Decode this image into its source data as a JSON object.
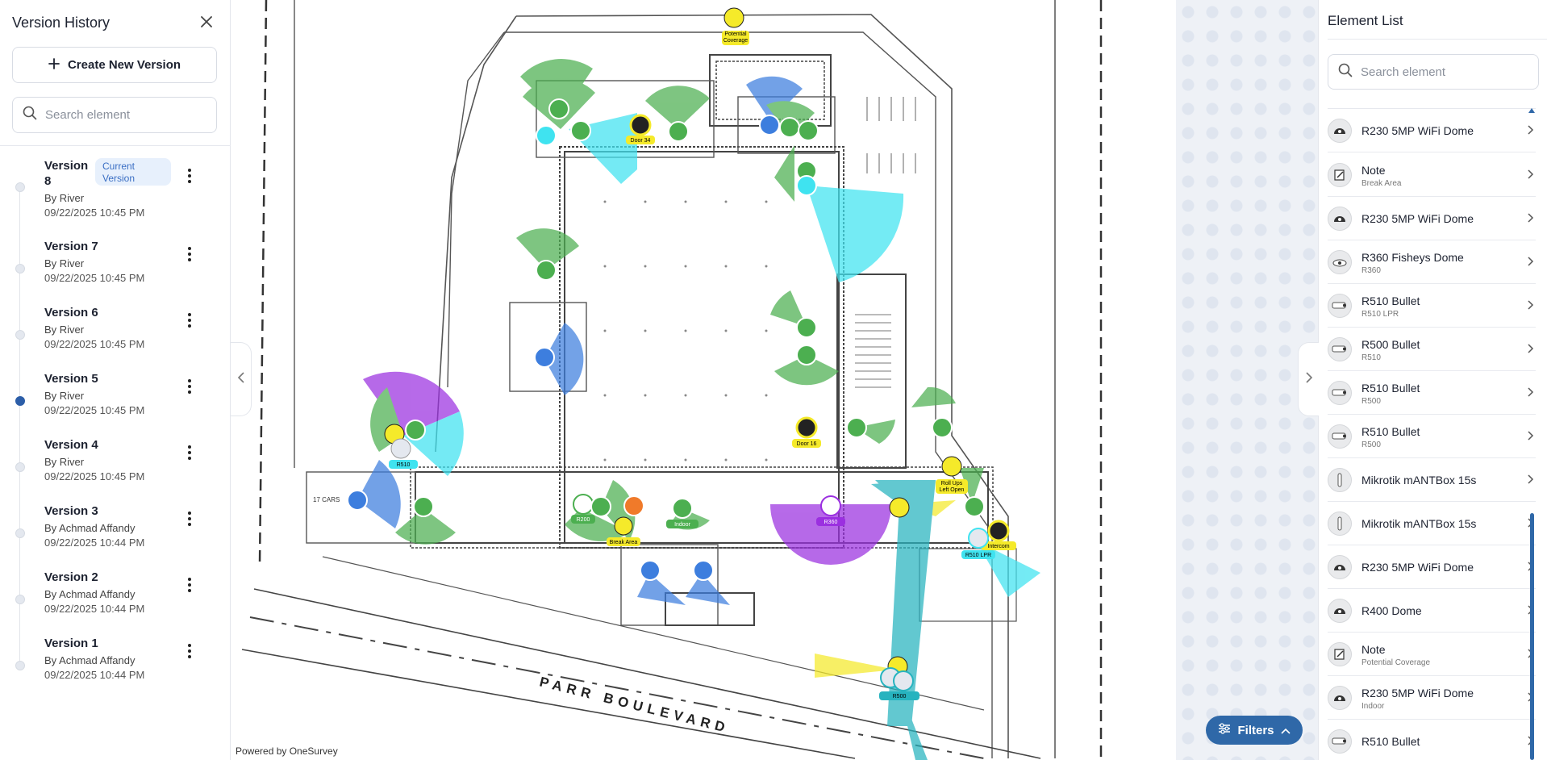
{
  "left_panel": {
    "title": "Version History",
    "create_button_label": "Create New Version",
    "search_placeholder": "Search element",
    "current_badge_line1": "Current",
    "current_badge_line2": "Version",
    "versions": [
      {
        "title": "Version 8",
        "by": "By River",
        "date": "09/22/2025 10:45 PM",
        "current": true,
        "selected": false
      },
      {
        "title": "Version 7",
        "by": "By River",
        "date": "09/22/2025 10:45 PM",
        "current": false,
        "selected": false
      },
      {
        "title": "Version 6",
        "by": "By River",
        "date": "09/22/2025 10:45 PM",
        "current": false,
        "selected": false
      },
      {
        "title": "Version 5",
        "by": "By River",
        "date": "09/22/2025 10:45 PM",
        "current": false,
        "selected": true
      },
      {
        "title": "Version 4",
        "by": "By River",
        "date": "09/22/2025 10:45 PM",
        "current": false,
        "selected": false
      },
      {
        "title": "Version 3",
        "by": "By Achmad Affandy",
        "date": "09/22/2025 10:44 PM",
        "current": false,
        "selected": false
      },
      {
        "title": "Version 2",
        "by": "By Achmad Affandy",
        "date": "09/22/2025 10:44 PM",
        "current": false,
        "selected": false
      },
      {
        "title": "Version 1",
        "by": "By Achmad Affandy",
        "date": "09/22/2025 10:44 PM",
        "current": false,
        "selected": false
      }
    ]
  },
  "map": {
    "powered_by": "Powered by OneSurvey",
    "filters_label": "Filters",
    "street_label": "PARR BOULEVARD",
    "parking_label": "17 CARS",
    "labels": {
      "potential_coverage_1": "Potential",
      "potential_coverage_2": "Coverage",
      "door34": "Door 34",
      "door16": "Door 16",
      "break_area": "Break Area",
      "indoor": "Indoor",
      "r200": "R200",
      "r360": "R360",
      "r510": "R510",
      "r510_lpr": "R510 LPR",
      "r500": "R500",
      "roll_ups_1": "Roll Ups",
      "roll_ups_2": "Left Open",
      "intercom": "Intercom"
    },
    "colors": {
      "green": "#4caf50",
      "cyan": "#3fe3f0",
      "blue": "#3d7ede",
      "purple": "#9b30e0",
      "teal": "#27b3bf",
      "yellow": "#f5ea2a",
      "orange": "#f07a2a"
    }
  },
  "right_panel": {
    "title": "Element List",
    "search_placeholder": "Search element",
    "elements": [
      {
        "name": "R230 5MP WiFi Dome",
        "sub": "",
        "icon": "dome-camera-icon"
      },
      {
        "name": "Note",
        "sub": "Break Area",
        "icon": "note-icon"
      },
      {
        "name": "R230 5MP WiFi Dome",
        "sub": "",
        "icon": "dome-camera-icon"
      },
      {
        "name": "R360 Fisheys Dome",
        "sub": "R360",
        "icon": "fisheye-camera-icon"
      },
      {
        "name": "R510 Bullet",
        "sub": "R510 LPR",
        "icon": "bullet-camera-icon"
      },
      {
        "name": "R500 Bullet",
        "sub": "R510",
        "icon": "bullet-camera-icon"
      },
      {
        "name": "R510 Bullet",
        "sub": "R500",
        "icon": "bullet-camera-icon"
      },
      {
        "name": "R510 Bullet",
        "sub": "R500",
        "icon": "bullet-camera-icon"
      },
      {
        "name": "Mikrotik mANTBox 15s",
        "sub": "",
        "icon": "antenna-icon"
      },
      {
        "name": "Mikrotik mANTBox 15s",
        "sub": "",
        "icon": "antenna-icon"
      },
      {
        "name": "R230 5MP WiFi Dome",
        "sub": "",
        "icon": "dome-camera-icon"
      },
      {
        "name": "R400 Dome",
        "sub": "",
        "icon": "dome-camera-icon"
      },
      {
        "name": "Note",
        "sub": "Potential Coverage",
        "icon": "note-icon"
      },
      {
        "name": "R230 5MP WiFi Dome",
        "sub": "Indoor",
        "icon": "dome-camera-icon"
      },
      {
        "name": "R510 Bullet",
        "sub": "",
        "icon": "bullet-camera-icon"
      }
    ]
  }
}
